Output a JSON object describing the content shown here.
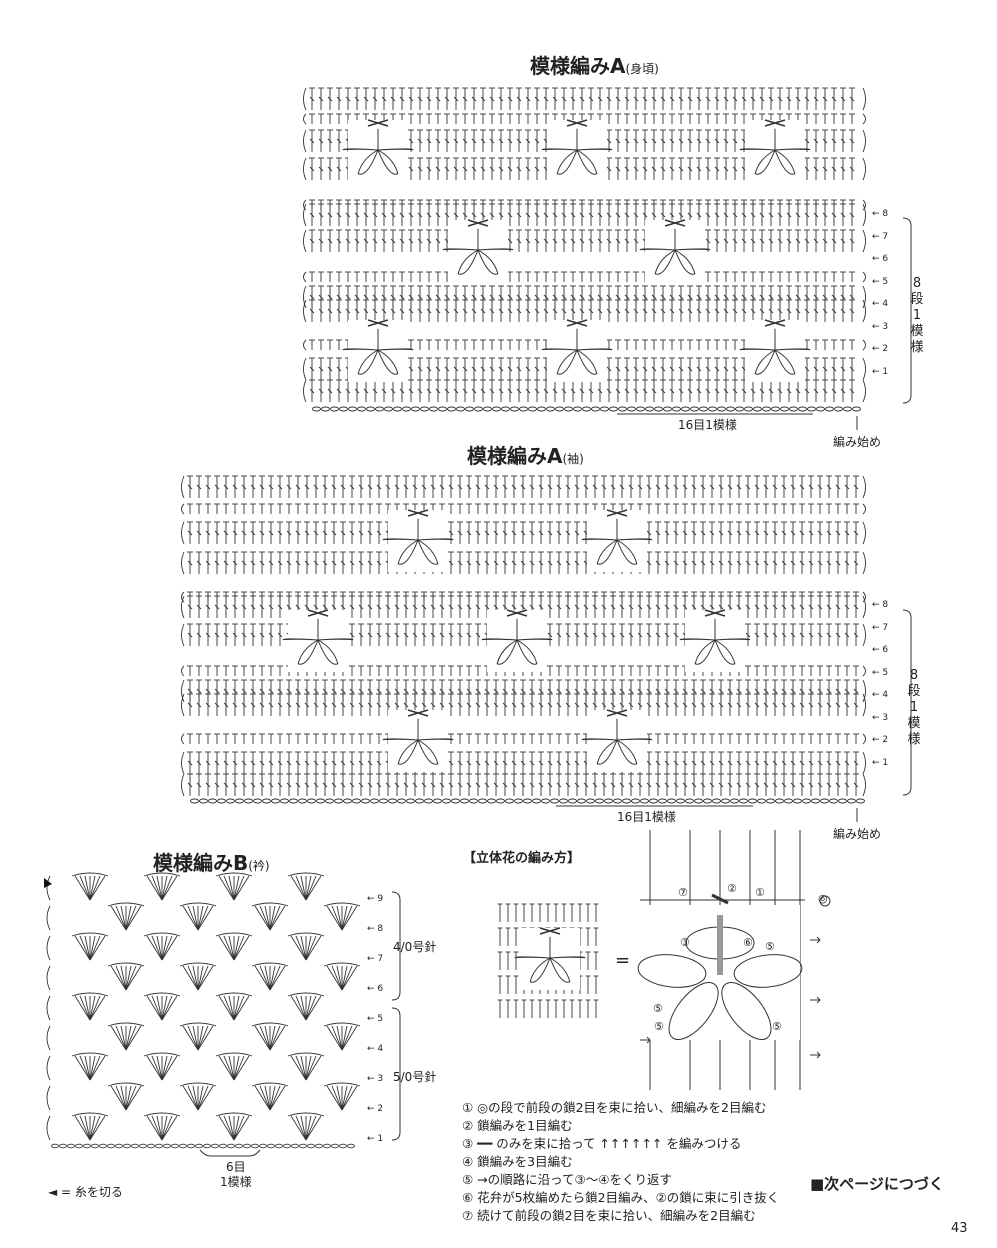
{
  "panelA1": {
    "title": "模様編みA",
    "subtitle": "(身頃)",
    "repeat_label": "16目1模様",
    "rows_label": "8段1模様",
    "start_label": "編み始め",
    "row_marks": [
      "8",
      "7",
      "6",
      "5",
      "4",
      "3",
      "2",
      "1"
    ]
  },
  "panelA2": {
    "title": "模様編みA",
    "subtitle": "(袖)",
    "repeat_label": "16目1模様",
    "rows_label": "8段1模様",
    "start_label": "編み始め",
    "row_marks": [
      "8",
      "7",
      "6",
      "5",
      "4",
      "3",
      "2",
      "1"
    ]
  },
  "panelB": {
    "title": "模様編みB",
    "subtitle": "(衿)",
    "row_marks": [
      "9",
      "8",
      "7",
      "6",
      "5",
      "4",
      "3",
      "2",
      "1"
    ],
    "needle_upper": "4/0号針",
    "needle_lower": "5/0号針",
    "repeat_count": "6目",
    "repeat_unit": "1模様",
    "cut_legend": "◄ = 糸を切る"
  },
  "flower": {
    "title": "【立体花の編み方】",
    "equals": "=",
    "steps": [
      "① ◎の段で前段の鎖2目を束に拾い、細編みを2目編む",
      "② 鎖編みを1目編む",
      "③ ━━ のみを束に拾って ↑↑↑↑↑↑ を編みつける",
      "④ 鎖編みを3目編む",
      "⑤ →の順路に沿って③〜④をくり返す",
      "⑥ 花弁が5枚編めたら鎖2目編み、②の鎖に束に引き抜く",
      "⑦ 続けて前段の鎖2目を束に拾い、細編みを2目編む"
    ],
    "diagram_marks": [
      "⑦",
      "②",
      "①",
      "◎",
      "③",
      "⑥",
      "⑤",
      "⑤",
      "⑤",
      "⑤"
    ]
  },
  "footer": {
    "continue_note": "■次ページにつづく",
    "page_number": "43"
  }
}
